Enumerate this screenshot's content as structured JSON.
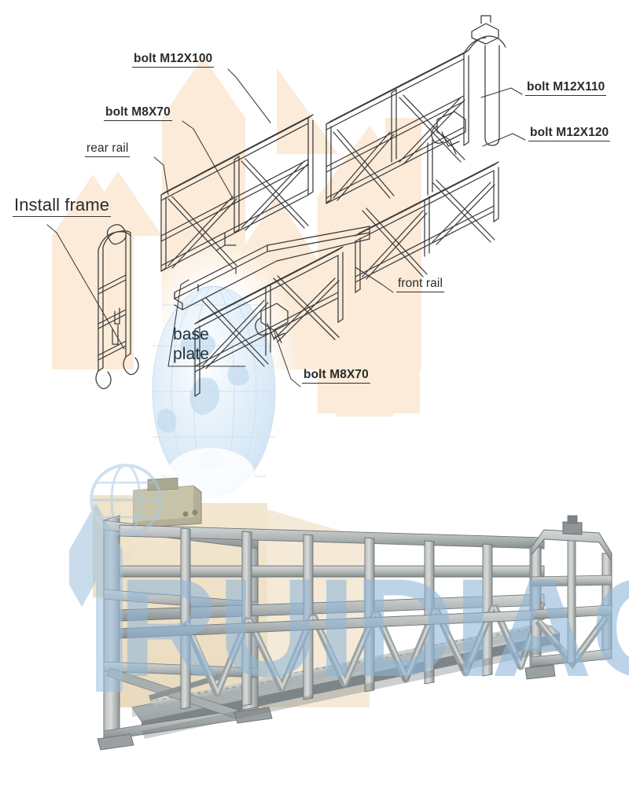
{
  "document": {
    "kind": "product-assembly-diagram",
    "title_text_visible": false
  },
  "colors": {
    "line": "#3a3a3a",
    "label_text": "#2b2b2b",
    "beige_watermark": "#fbebd8",
    "globe_watermark": "#dceaf6",
    "brand_blue": "#bcd4ea",
    "photo_steel_light": "#c9ccca",
    "photo_steel_mid": "#9aa0a1",
    "photo_steel_dark": "#6d7478",
    "photo_beige_wall": "#efe1c7"
  },
  "watermark": {
    "brand_text": "RUIDIAO",
    "logo_shape": "globe-and-arrow"
  },
  "callouts": [
    {
      "id": "m12x100",
      "name": "bolt-m12x100-callout",
      "text": "bolt M12X100",
      "style": "bold"
    },
    {
      "id": "m8x70_top",
      "name": "bolt-m8x70-top-callout",
      "text": "bolt M8X70",
      "style": "bold"
    },
    {
      "id": "rear_rail",
      "name": "rear-rail-callout",
      "text": "rear rail",
      "style": "plain"
    },
    {
      "id": "install",
      "name": "install-frame-callout",
      "text": "Install frame",
      "style": "big"
    },
    {
      "id": "m12x110",
      "name": "bolt-m12x110-callout",
      "text": "bolt M12X110",
      "style": "bold"
    },
    {
      "id": "m12x120",
      "name": "bolt-m12x120-callout",
      "text": "bolt M12X120",
      "style": "bold"
    },
    {
      "id": "front_rail",
      "name": "front-rail-callout",
      "text": "front rail",
      "style": "plain"
    },
    {
      "id": "m8x70_bot",
      "name": "bolt-m8x70-bottom-callout",
      "text": "bolt M8X70",
      "style": "bold"
    },
    {
      "id": "base_plate_l1",
      "name": "base-plate-callout-line1",
      "text": "base",
      "style": "base"
    },
    {
      "id": "base_plate_l2",
      "name": "base-plate-callout-line2",
      "text": "plate",
      "style": "base"
    }
  ],
  "labels": {
    "m12x100": "bolt M12X100",
    "m8x70_top": "bolt M8X70",
    "rear_rail": "rear rail",
    "install_frame": "Install frame",
    "m12x110": "bolt M12X110",
    "m12x120": "bolt M12X120",
    "front_rail": "front rail",
    "m8x70_bottom": "bolt M8X70",
    "base_plate_line1": "base",
    "base_plate_line2": "plate"
  },
  "parts": [
    {
      "name": "rear-rail-assembly",
      "view": "isometric-line"
    },
    {
      "name": "front-rail-assembly",
      "view": "isometric-line"
    },
    {
      "name": "side-rail-assembly",
      "view": "isometric-line"
    },
    {
      "name": "base-plate-deck",
      "view": "isometric-line"
    },
    {
      "name": "install-frame-stirrup",
      "view": "isometric-line"
    }
  ],
  "photo": {
    "name": "suspended-platform-photo",
    "subject": "steel suspended working platform cradle / gondola",
    "features": [
      "guard rails",
      "diagonal truss braces",
      "perforated steel deck",
      "end stirrup frames",
      "base feet"
    ]
  }
}
